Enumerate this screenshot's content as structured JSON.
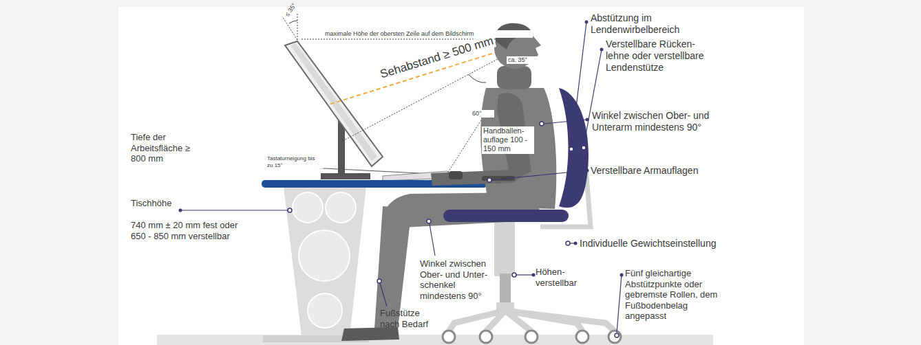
{
  "diagram": {
    "labels": [
      "≤ 35°",
      "maximale Höhe der obersten Zeile auf dem Bildschirm",
      "ca. 35°",
      "Sehabstand ≥ 500 mm",
      "60°",
      "Handballen- auflage 100 - 150 mm",
      "Tastaturneigung bis zu 15°",
      "Tiefe der Arbeitsfläche ≥ 800 mm",
      "Tischhöhe",
      "740 mm ± 20 mm fest oder 650 - 850 mm verstellbar",
      "Winkel zwischen Ober- und Unter- schenkel mindestens 90°",
      "Fußstütze nach Bedarf",
      "Höhen- verstellbar",
      "Abstützung im Lendenwirbelbereich",
      "Verstellbare Rücken- lehne oder verstellbare Lendenstütze",
      "Winkel zwischen Ober- und Unterarm mindestens 90°",
      "Verstellbare Armauflagen",
      "Individuelle Gewichtseinstellung",
      "Fünf gleichartige Abstützpunkte oder gebremste Rollen, dem Fußbodenbelag angepasst"
    ]
  }
}
